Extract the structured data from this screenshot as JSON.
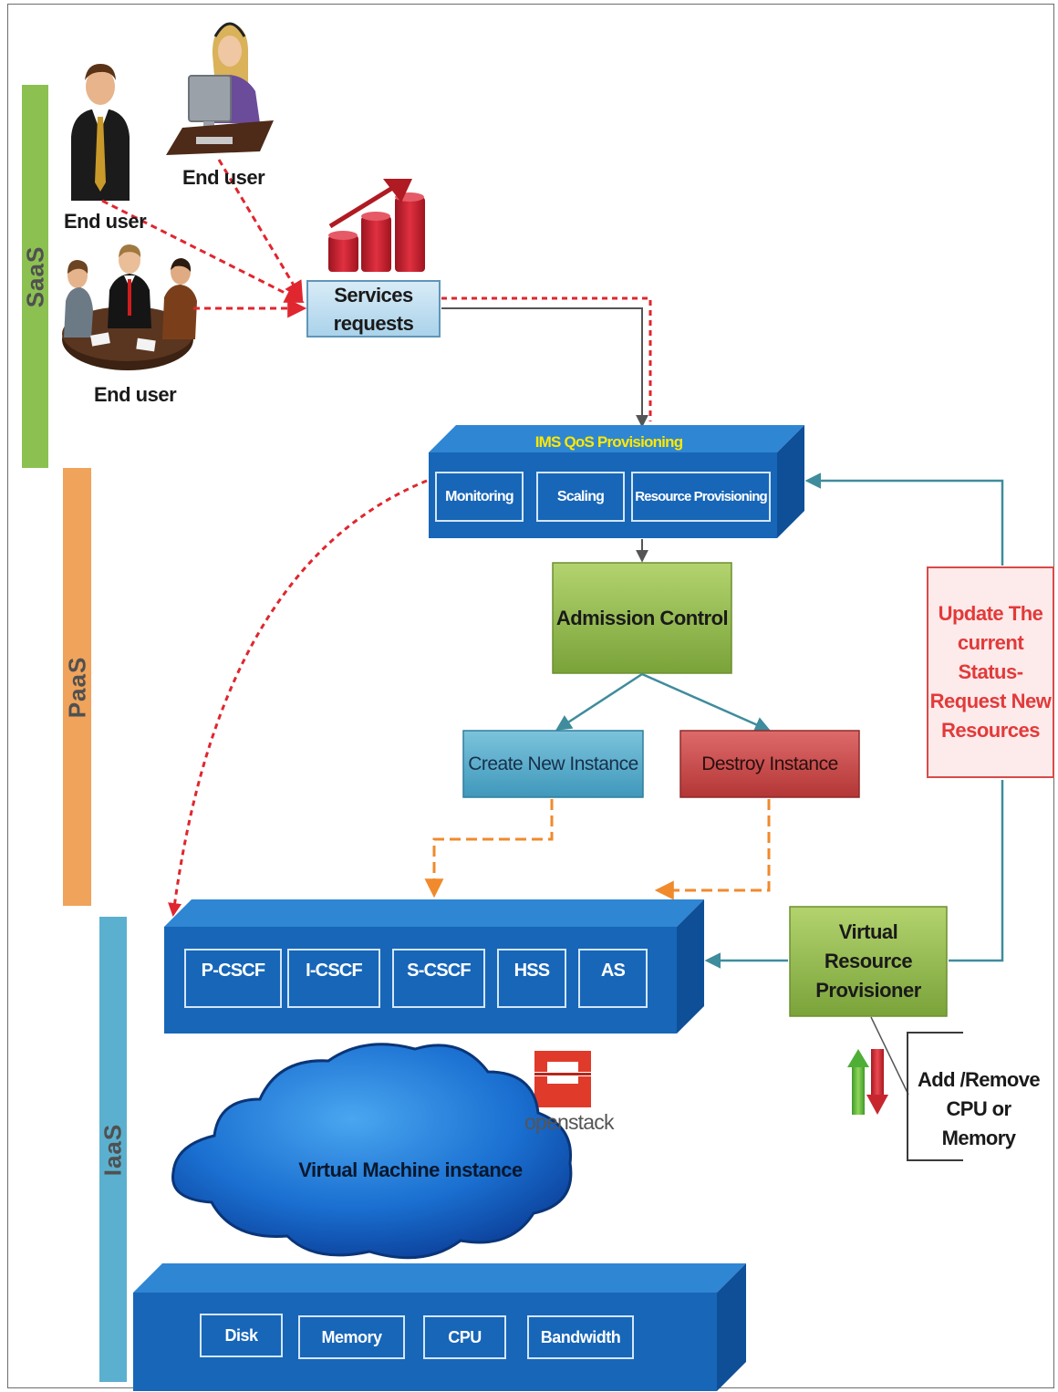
{
  "layers": {
    "saas": "SaaS",
    "paas": "PaaS",
    "iaas": "IaaS"
  },
  "end_users": {
    "user_left": "End user",
    "user_desk": "End user",
    "user_meeting": "End user"
  },
  "services_requests": "Services requests",
  "ims_qos": {
    "title": "IMS QoS Provisioning",
    "modules": [
      "Monitoring",
      "Scaling",
      "Resource Provisioning"
    ]
  },
  "admission_control": "Admission Control",
  "create_instance": "Create New Instance",
  "destroy_instance": "Destroy Instance",
  "update_status": "Update The current Status- Request New Resources",
  "ims_core": {
    "components": [
      "P-CSCF",
      "I-CSCF",
      "S-CSCF",
      "HSS",
      "AS"
    ]
  },
  "virtual_resource_provisioner": "Virtual Resource Provisioner",
  "add_remove": "Add /Remove CPU or Memory",
  "openstack_logo": "openstack",
  "vm_instance": "Virtual Machine instance",
  "infrastructure": {
    "resources": [
      "Disk",
      "Memory",
      "CPU",
      "Bandwidth"
    ]
  },
  "colors": {
    "saas_bar": "#8cc152",
    "paas_bar": "#f0a35a",
    "iaas_bar": "#5bb0cf",
    "platform_blue": "#1565b5",
    "ims_title": "#ffe800",
    "green_box": "#8fb848",
    "create_box": "#4fa7c7",
    "destroy_box": "#c94646",
    "red_dashed": "#e0262e",
    "orange_dashed": "#f08a2c",
    "teal_line": "#3f8c9c"
  }
}
